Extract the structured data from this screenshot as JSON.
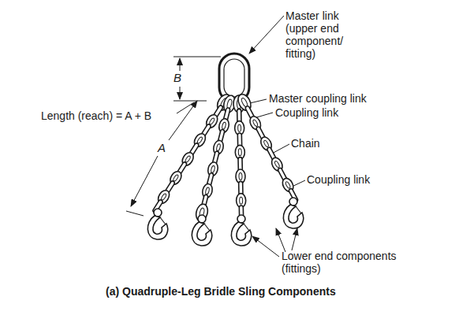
{
  "diagram": {
    "caption": "(a) Quadruple-Leg Bridle Sling Components",
    "labels": [
      "Master link (upper end component/ fitting)",
      "B",
      "Master coupling link",
      "Coupling link",
      "Length (reach) = A + B",
      "Chain",
      "A",
      "Coupling link",
      "Lower end components (fittings)"
    ]
  }
}
